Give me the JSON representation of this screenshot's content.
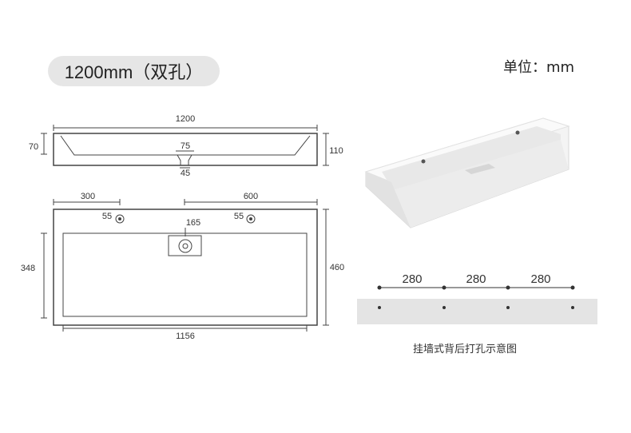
{
  "header": {
    "title": "1200mm（双孔）",
    "unit": "单位：mm"
  },
  "side_view": {
    "width": "1200",
    "left_height": "70",
    "right_height": "110",
    "top_drain": "75",
    "bottom_drain": "45"
  },
  "top_view": {
    "left_offset": "300",
    "right_offset": "600",
    "hole_left": "55",
    "hole_right": "55",
    "drain_offset": "165",
    "inner_depth": "348",
    "outer_depth": "460",
    "inner_width": "1156"
  },
  "wall_mount": {
    "spacings": [
      "280",
      "280",
      "280"
    ],
    "caption": "挂墙式背后打孔示意图"
  }
}
